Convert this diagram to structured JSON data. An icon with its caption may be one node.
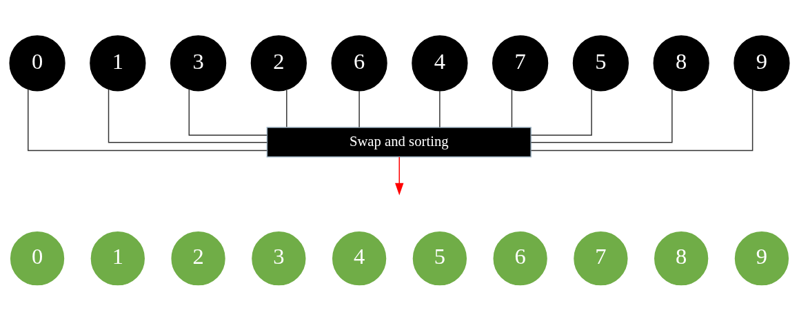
{
  "diagram": {
    "nodes": [
      {
        "text": [
          "0"
        ]
      },
      {
        "text": [
          "1"
        ]
      },
      {
        "text": [
          "3"
        ]
      },
      {
        "text": [
          "2"
        ]
      },
      {
        "text": [
          "6"
        ]
      },
      {
        "text": [
          "4"
        ]
      },
      {
        "text": [
          "7"
        ]
      },
      {
        "text": [
          "5"
        ]
      },
      {
        "text": [
          "8"
        ]
      },
      {
        "text": [
          "9"
        ]
      },
      {
        "text": [
          "Swap and sorting"
        ]
      },
      {
        "text": [
          "0"
        ]
      },
      {
        "text": [
          "1"
        ]
      },
      {
        "text": [
          "2"
        ]
      },
      {
        "text": [
          "3"
        ]
      },
      {
        "text": [
          "4"
        ]
      },
      {
        "text": [
          "5"
        ]
      },
      {
        "text": [
          "6"
        ]
      },
      {
        "text": [
          "7"
        ]
      },
      {
        "text": [
          "8"
        ]
      },
      {
        "text": [
          "9"
        ]
      }
    ],
    "edges": [
      {
        "from": 0,
        "to": 10,
        "arrow": "none"
      },
      {
        "from": 1,
        "to": 10,
        "arrow": "none"
      },
      {
        "from": 2,
        "to": 10,
        "arrow": "none"
      },
      {
        "from": 3,
        "to": 10,
        "arrow": "none"
      },
      {
        "from": 4,
        "to": 10,
        "arrow": "none"
      },
      {
        "from": 5,
        "to": 10,
        "arrow": "none"
      },
      {
        "from": 6,
        "to": 10,
        "arrow": "none"
      },
      {
        "from": 7,
        "to": 10,
        "arrow": "none"
      },
      {
        "from": 8,
        "to": 10,
        "arrow": "none"
      },
      {
        "from": 9,
        "to": 10,
        "arrow": "none"
      },
      {
        "from": 10,
        "to": null,
        "arrow": "to",
        "color": "#ff0000"
      }
    ]
  }
}
